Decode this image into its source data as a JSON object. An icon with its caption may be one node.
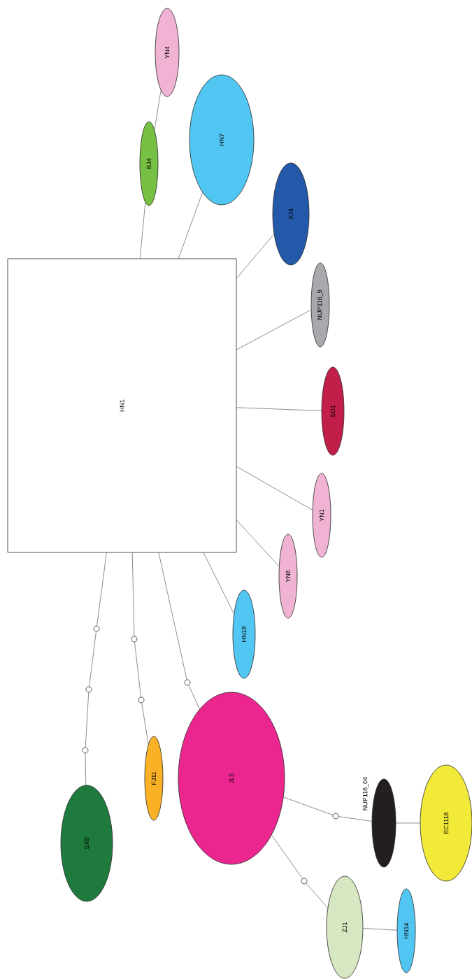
{
  "diagram": {
    "nodes": [
      {
        "text": [
          "HN1"
        ]
      },
      {
        "text": [
          "YN4"
        ]
      },
      {
        "text": [
          "BJ4"
        ]
      },
      {
        "text": [
          "HN7"
        ]
      },
      {
        "text": [
          "XJ4"
        ]
      },
      {
        "text": [
          "NUP116_9"
        ]
      },
      {
        "text": [
          "SD1"
        ]
      },
      {
        "text": [
          "YN1"
        ]
      },
      {
        "text": [
          "YN6"
        ]
      },
      {
        "text": [
          "HN18"
        ]
      },
      {
        "text": [],
        "shape": "circle"
      },
      {
        "text": [],
        "shape": "circle"
      },
      {
        "text": [],
        "shape": "circle"
      },
      {
        "text": [],
        "shape": "circle"
      },
      {
        "text": [],
        "shape": "circle"
      },
      {
        "text": [],
        "shape": "circle"
      },
      {
        "text": [
          "JL5"
        ]
      },
      {
        "text": [
          "FJ11"
        ]
      },
      {
        "text": [
          "NUP116_04"
        ]
      },
      {
        "text": [
          "EC1118"
        ]
      },
      {
        "text": [
          "SX8"
        ]
      },
      {
        "text": [],
        "shape": "circle"
      },
      {
        "text": [],
        "shape": "circle"
      },
      {
        "text": [
          "ZJ1"
        ]
      },
      {
        "text": [
          "HN14"
        ]
      }
    ],
    "edges": [
      {
        "from": 0,
        "to": 2,
        "arrow": "none"
      },
      {
        "from": 2,
        "to": 1,
        "arrow": "none"
      },
      {
        "from": 0,
        "to": 3,
        "arrow": "none"
      },
      {
        "from": 0,
        "to": 4,
        "arrow": "none"
      },
      {
        "from": 0,
        "to": 5,
        "arrow": "none"
      },
      {
        "from": 0,
        "to": 6,
        "arrow": "none"
      },
      {
        "from": 0,
        "to": 7,
        "arrow": "none"
      },
      {
        "from": 0,
        "to": 8,
        "arrow": "none"
      },
      {
        "from": 0,
        "to": 9,
        "arrow": "none"
      },
      {
        "from": 0,
        "to": 10,
        "arrow": "none"
      },
      {
        "from": 10,
        "to": 13,
        "arrow": "none"
      },
      {
        "from": 13,
        "to": 15,
        "arrow": "none"
      },
      {
        "from": 15,
        "to": 20,
        "arrow": "none"
      },
      {
        "from": 0,
        "to": 11,
        "arrow": "none"
      },
      {
        "from": 11,
        "to": 14,
        "arrow": "none"
      },
      {
        "from": 14,
        "to": 17,
        "arrow": "none"
      },
      {
        "from": 0,
        "to": 12,
        "arrow": "none"
      },
      {
        "from": 12,
        "to": 16,
        "arrow": "none"
      },
      {
        "from": 16,
        "to": 21,
        "arrow": "none"
      },
      {
        "from": 21,
        "to": 18,
        "arrow": "none"
      },
      {
        "from": 18,
        "to": 19,
        "arrow": "none"
      },
      {
        "from": 16,
        "to": 22,
        "arrow": "none"
      },
      {
        "from": 22,
        "to": 23,
        "arrow": "none"
      },
      {
        "from": 23,
        "to": 24,
        "arrow": "none"
      }
    ]
  }
}
